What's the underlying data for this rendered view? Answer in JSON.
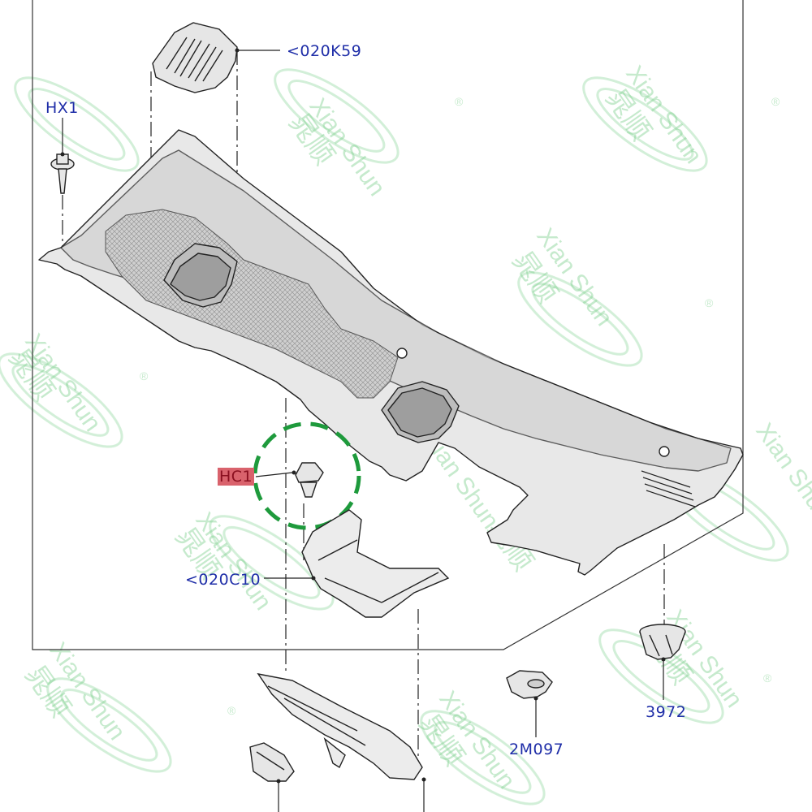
{
  "callouts": {
    "top_panel": "<020K59",
    "bolt": "HX1",
    "clip": "HC1",
    "bracket": "<020C10",
    "plug": "3972",
    "grommet": "2M097"
  },
  "watermark": {
    "latin": "Xian Shun",
    "chinese": "晁顺",
    "mark": "®"
  },
  "colors": {
    "callout": "#1f2ea8",
    "highlight": "#d9626c",
    "highlight_text": "#8a1020",
    "focus_ring": "#1e9a3c",
    "watermark": "#7fd08f"
  }
}
